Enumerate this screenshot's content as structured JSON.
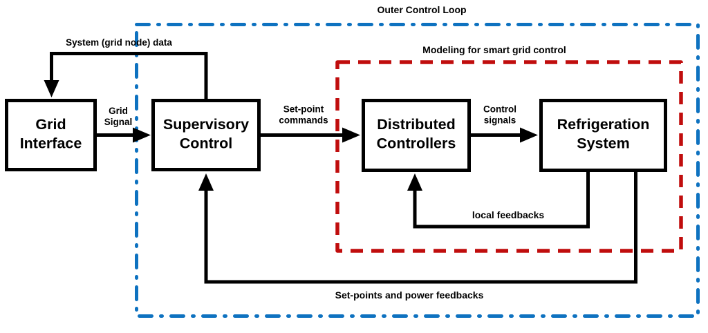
{
  "figure": {
    "outer_loop": {
      "label": "Outer Control Loop",
      "color": "#0e72c0",
      "style": "dash-dot"
    },
    "inner_loop": {
      "label": "Modeling for smart grid control",
      "color": "#c00d0d",
      "style": "dashed"
    },
    "line_color": "#000000",
    "background_color": "#ffffff",
    "blocks": [
      {
        "id": "grid-interface",
        "line1": "Grid",
        "line2": "Interface"
      },
      {
        "id": "supervisory-control",
        "line1": "Supervisory",
        "line2": "Control"
      },
      {
        "id": "distributed-controllers",
        "line1": "Distributed",
        "line2": "Controllers"
      },
      {
        "id": "refrigeration-system",
        "line1": "Refrigeration",
        "line2": "System"
      }
    ],
    "signals": {
      "system_data": {
        "label": "System (grid node) data"
      },
      "grid_signal": {
        "line1": "Grid",
        "line2": "Signal"
      },
      "setpoint_commands": {
        "line1": "Set-point",
        "line2": "commands"
      },
      "control_signals": {
        "line1": "Control",
        "line2": "signals"
      },
      "local_feedbacks": {
        "label": "local feedbacks"
      },
      "setpoints_power_feedbacks": {
        "label": "Set-points and power feedbacks"
      }
    }
  }
}
